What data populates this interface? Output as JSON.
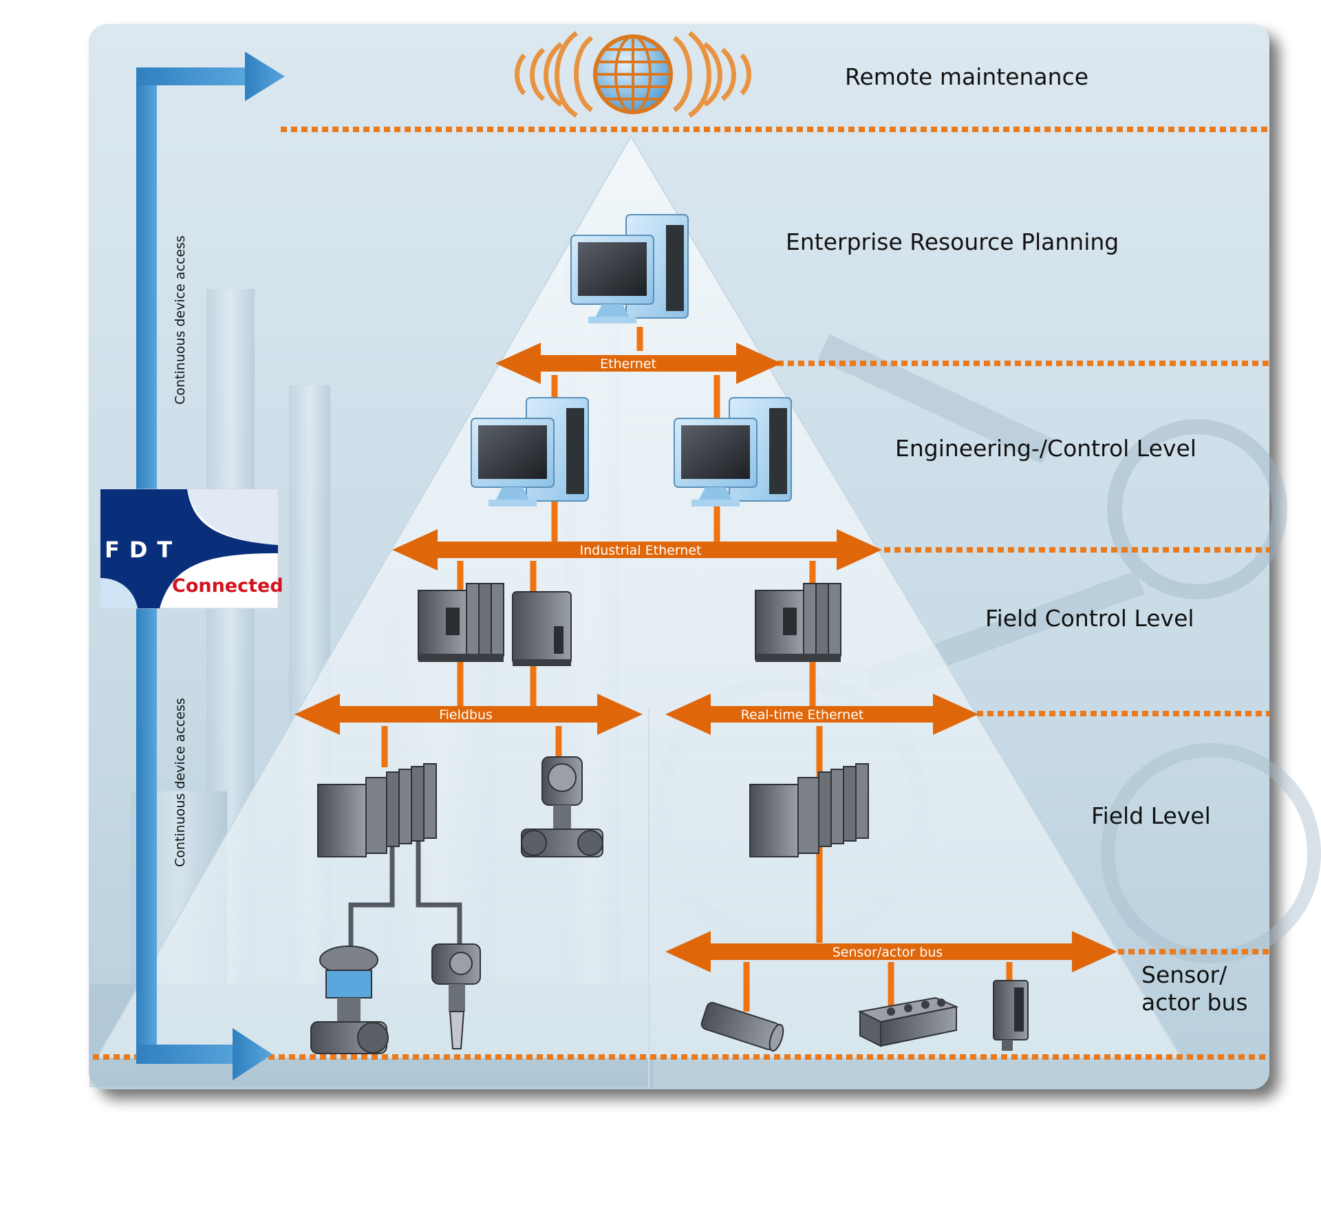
{
  "levels": {
    "remote": "Remote maintenance",
    "erp": "Enterprise Resource Planning",
    "engineering": "Engineering-/Control Level",
    "field_control": "Field Control Level",
    "field": "Field Level",
    "sensor_line1": "Sensor/",
    "sensor_line2": "actor bus"
  },
  "buses": {
    "ethernet": "Ethernet",
    "industrial_ethernet": "Industrial Ethernet",
    "fieldbus": "Fieldbus",
    "realtime_ethernet": "Real-time Ethernet",
    "sensor_actor_bus": "Sensor/actor bus"
  },
  "side": {
    "access_top": "Continuous device access",
    "access_bottom": "Continuous device access"
  },
  "logo": {
    "letters": "FDT",
    "connected": "Connected"
  },
  "colors": {
    "orange": "#e0660a",
    "blue_arrow": "#3a8dc9",
    "fdt_navy": "#0a2f7a",
    "fdt_red": "#d4121e"
  }
}
